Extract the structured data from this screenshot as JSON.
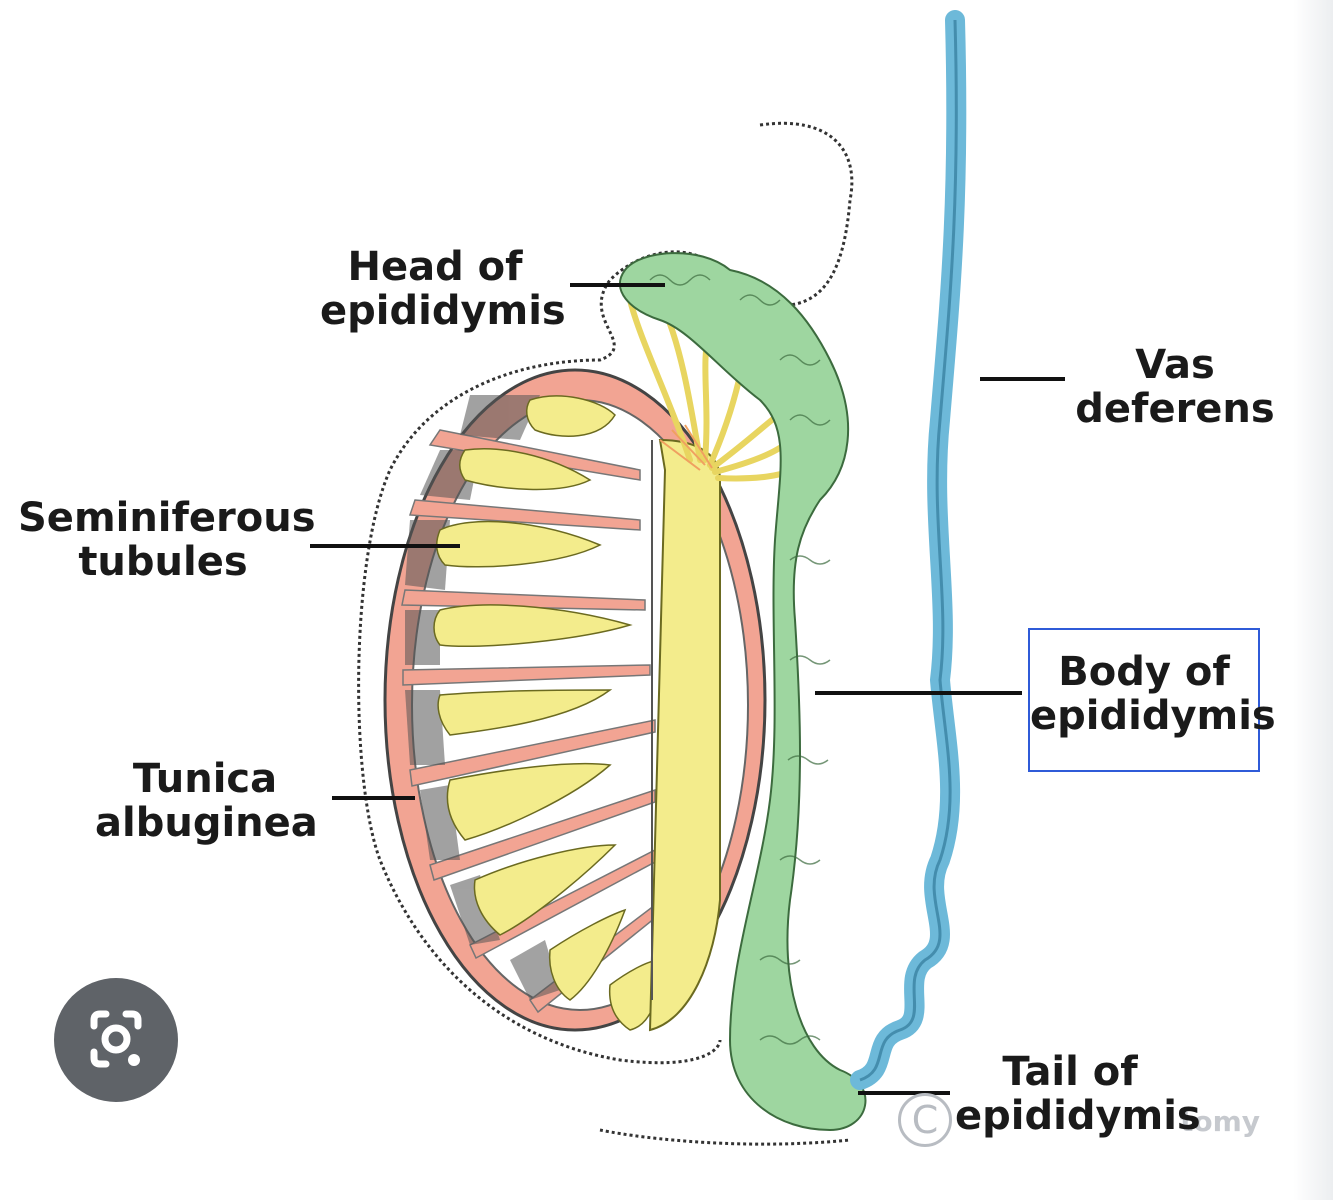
{
  "diagram": {
    "labels": {
      "head": [
        "Head of",
        "epididymis"
      ],
      "vas": [
        "Vas",
        "deferens"
      ],
      "seminiferous": [
        "Seminiferous",
        "tubules"
      ],
      "body": [
        "Body of",
        "epididymis"
      ],
      "tunica": [
        "Tunica",
        "albuginea"
      ],
      "tail": [
        "Tail of",
        "epididymis"
      ]
    },
    "watermark": "tomy",
    "copyright_symbol": "C"
  },
  "colors": {
    "tunica": "#f2a493",
    "tubules": "#f3ec8c",
    "epididymis": "#9ed6a0",
    "vas": "#6db9d9",
    "highlight_box": "#2f5bd8",
    "lens_button": "#5f6368"
  },
  "icons": {
    "lens": "image-search-icon"
  }
}
